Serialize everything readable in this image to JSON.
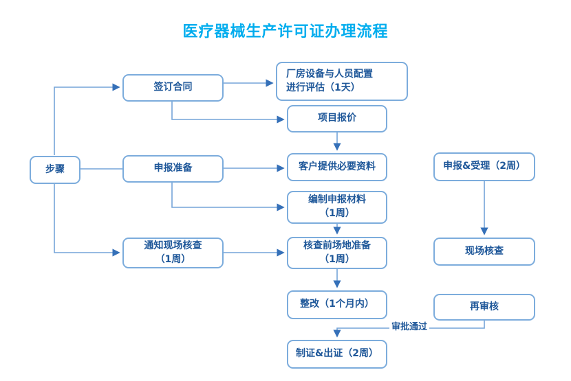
{
  "title": "医疗器械生产许可证办理流程",
  "colors": {
    "title": "#00ADEE",
    "node_border": "#7CACDC",
    "node_text": "#1E5799",
    "line": "#74A4D8",
    "arrow": "#3570B8",
    "background": "#FFFFFF"
  },
  "nodes": [
    {
      "id": "steps",
      "label": "步骤"
    },
    {
      "id": "sign",
      "label": "签订合同"
    },
    {
      "id": "prep",
      "label": "申报准备"
    },
    {
      "id": "notify",
      "label": "通知现场核查\n（1周）"
    },
    {
      "id": "assess",
      "label": "厂房设备与人员配置\n进行评估（1天）"
    },
    {
      "id": "quote",
      "label": "项目报价"
    },
    {
      "id": "client-docs",
      "label": "客户提供必要资料"
    },
    {
      "id": "compile",
      "label": "编制申报材料\n（1周）"
    },
    {
      "id": "site-prep",
      "label": "核查前场地准备\n（1周）"
    },
    {
      "id": "rectify",
      "label": "整改（1个月内）"
    },
    {
      "id": "certificate",
      "label": "制证&出证（2周）"
    },
    {
      "id": "accept",
      "label": "申报&受理（2周）"
    },
    {
      "id": "inspection",
      "label": "现场核查"
    },
    {
      "id": "re-review",
      "label": "再审核"
    }
  ],
  "edges": [
    {
      "from": "steps",
      "to": "sign",
      "label": ""
    },
    {
      "from": "steps",
      "to": "prep",
      "label": ""
    },
    {
      "from": "steps",
      "to": "notify",
      "label": ""
    },
    {
      "from": "sign",
      "to": "assess",
      "label": ""
    },
    {
      "from": "sign",
      "to": "quote",
      "label": ""
    },
    {
      "from": "quote",
      "to": "client-docs",
      "label": ""
    },
    {
      "from": "prep",
      "to": "client-docs",
      "label": ""
    },
    {
      "from": "prep",
      "to": "compile",
      "label": ""
    },
    {
      "from": "compile",
      "to": "site-prep",
      "label": ""
    },
    {
      "from": "notify",
      "to": "site-prep",
      "label": ""
    },
    {
      "from": "site-prep",
      "to": "rectify",
      "label": ""
    },
    {
      "from": "accept",
      "to": "inspection",
      "label": ""
    },
    {
      "from": "re-review",
      "to": "certificate",
      "label": "审批通过"
    }
  ],
  "approval_edge_label": "审批通过"
}
